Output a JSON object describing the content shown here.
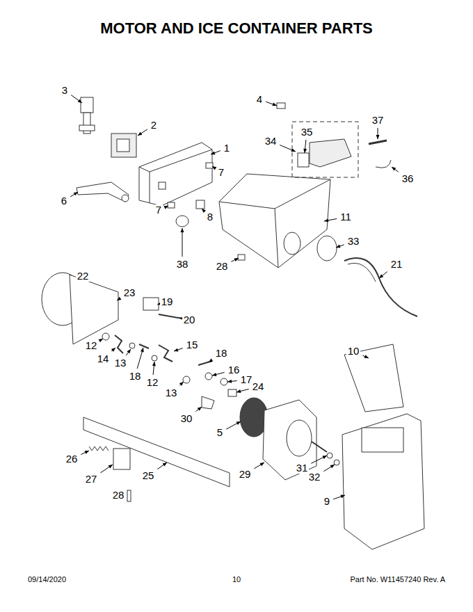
{
  "diagram": {
    "title": "MOTOR AND ICE CONTAINER PARTS",
    "labels": [
      "3",
      "4",
      "37",
      "35",
      "2",
      "34",
      "1",
      "7",
      "36",
      "6",
      "7",
      "8",
      "11",
      "33",
      "38",
      "28",
      "21",
      "22",
      "23",
      "19",
      "20",
      "12",
      "14",
      "15",
      "10",
      "13",
      "18",
      "18",
      "12",
      "16",
      "17",
      "13",
      "24",
      "30",
      "5",
      "26",
      "27",
      "25",
      "29",
      "31",
      "32",
      "9",
      "28",
      "09/14/2020",
      "10",
      "Part No. W11457240 Rev. A"
    ]
  }
}
